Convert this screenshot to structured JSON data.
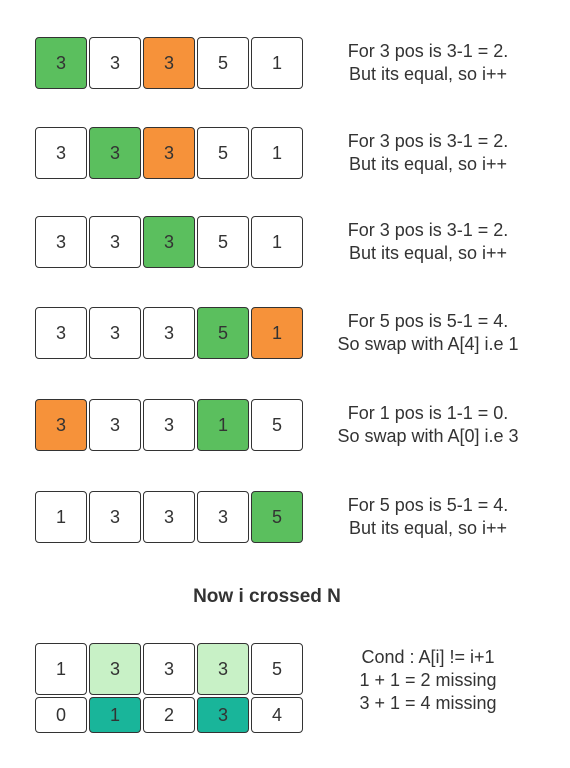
{
  "steps": [
    {
      "cells": [
        {
          "value": "3",
          "color": "green"
        },
        {
          "value": "3",
          "color": "white"
        },
        {
          "value": "3",
          "color": "orange"
        },
        {
          "value": "5",
          "color": "white"
        },
        {
          "value": "1",
          "color": "white"
        }
      ],
      "lines": [
        "For 3 pos is 3-1 = 2.",
        "But its equal, so i++"
      ]
    },
    {
      "cells": [
        {
          "value": "3",
          "color": "white"
        },
        {
          "value": "3",
          "color": "green"
        },
        {
          "value": "3",
          "color": "orange"
        },
        {
          "value": "5",
          "color": "white"
        },
        {
          "value": "1",
          "color": "white"
        }
      ],
      "lines": [
        "For 3 pos is 3-1 = 2.",
        "But its equal, so i++"
      ]
    },
    {
      "cells": [
        {
          "value": "3",
          "color": "white"
        },
        {
          "value": "3",
          "color": "white"
        },
        {
          "value": "3",
          "color": "green"
        },
        {
          "value": "5",
          "color": "white"
        },
        {
          "value": "1",
          "color": "white"
        }
      ],
      "lines": [
        "For 3 pos is 3-1 = 2.",
        "But its equal, so i++"
      ]
    },
    {
      "cells": [
        {
          "value": "3",
          "color": "white"
        },
        {
          "value": "3",
          "color": "white"
        },
        {
          "value": "3",
          "color": "white"
        },
        {
          "value": "5",
          "color": "green"
        },
        {
          "value": "1",
          "color": "orange"
        }
      ],
      "lines": [
        "For 5 pos is 5-1 = 4.",
        "So swap with A[4] i.e 1"
      ]
    },
    {
      "cells": [
        {
          "value": "3",
          "color": "orange"
        },
        {
          "value": "3",
          "color": "white"
        },
        {
          "value": "3",
          "color": "white"
        },
        {
          "value": "1",
          "color": "green"
        },
        {
          "value": "5",
          "color": "white"
        }
      ],
      "lines": [
        "For 1 pos is 1-1 = 0.",
        "So swap with A[0] i.e 3"
      ]
    },
    {
      "cells": [
        {
          "value": "1",
          "color": "white"
        },
        {
          "value": "3",
          "color": "white"
        },
        {
          "value": "3",
          "color": "white"
        },
        {
          "value": "3",
          "color": "white"
        },
        {
          "value": "5",
          "color": "green"
        }
      ],
      "lines": [
        "For 5 pos is 5-1 = 4.",
        "But its equal, so i++"
      ]
    }
  ],
  "heading": "Now i crossed N",
  "final": {
    "values": [
      {
        "value": "1",
        "color": "white"
      },
      {
        "value": "3",
        "color": "lightgreen"
      },
      {
        "value": "3",
        "color": "white"
      },
      {
        "value": "3",
        "color": "lightgreen"
      },
      {
        "value": "5",
        "color": "white"
      }
    ],
    "indices": [
      {
        "value": "0",
        "color": "white"
      },
      {
        "value": "1",
        "color": "teal"
      },
      {
        "value": "2",
        "color": "white"
      },
      {
        "value": "3",
        "color": "teal"
      },
      {
        "value": "4",
        "color": "white"
      }
    ],
    "lines": [
      "Cond : A[i] != i+1",
      "1 + 1 = 2 missing",
      "3 + 1 = 4 missing"
    ]
  },
  "colors": {
    "green": "#5bbf5e",
    "orange": "#f6923a",
    "lightgreen": "#c8f1c6",
    "teal": "#19b59a",
    "white": "#ffffff",
    "border": "#333333"
  }
}
